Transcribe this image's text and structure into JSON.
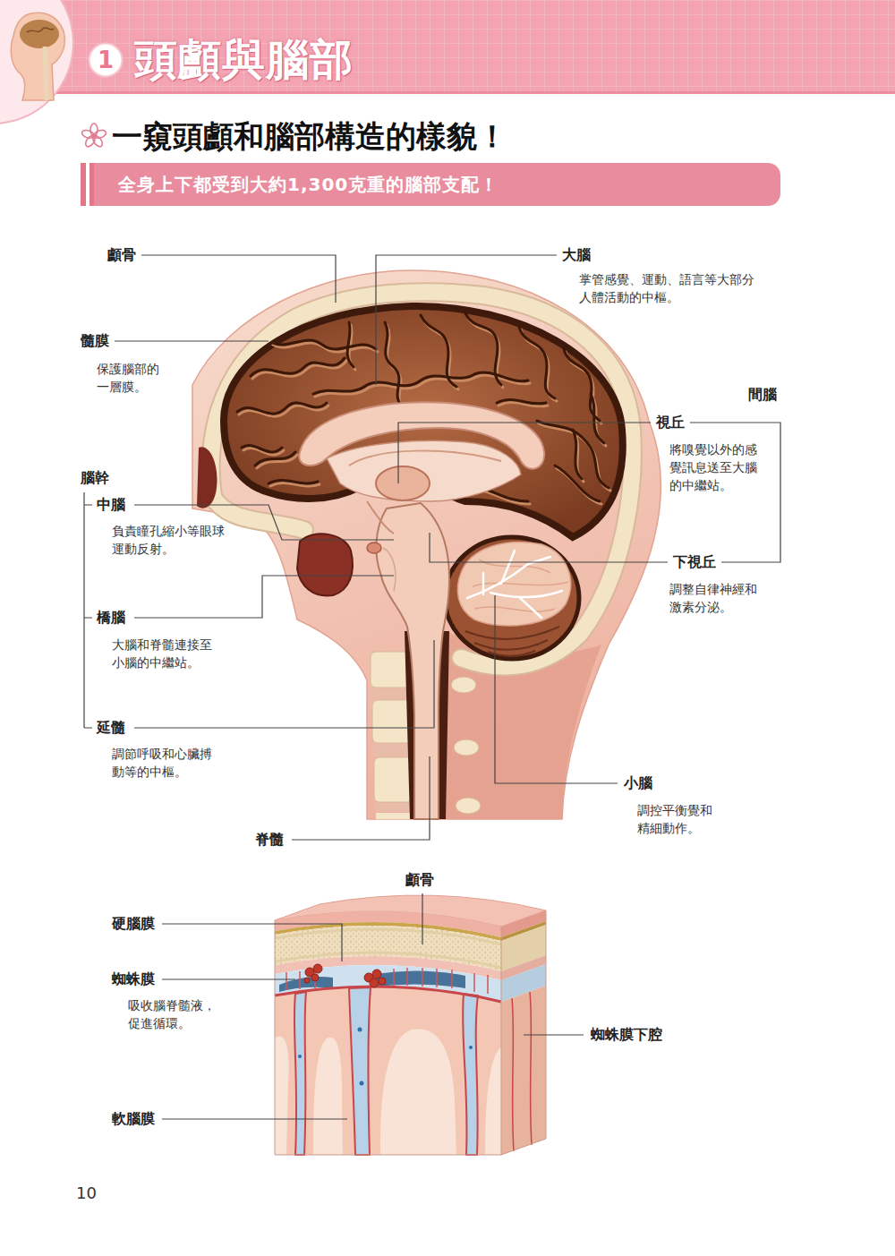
{
  "diagram": {
    "title": "頭顱與腦部",
    "nodes": [
      {
        "text": [
          "1"
        ]
      },
      {
        "text": [
          "全身上下都受到大約1,300克重的腦部支配！"
        ]
      }
    ],
    "labels": [
      "一窺頭顱和腦部構造的樣貌！",
      "顱骨",
      "大腦",
      "掌管感覺、運動、語言等大部分 人體活動的中樞。",
      "髓膜",
      "保護腦部的 一層膜。",
      "間腦",
      "視丘",
      "將嗅覺以外的感 覺訊息送至大腦 的中繼站。",
      "腦幹",
      "中腦",
      "負責瞳孔縮小等眼球 運動反射。",
      "下視丘",
      "調整自律神經和 激素分泌。",
      "橋腦",
      "大腦和脊髓連接至 小腦的中繼站。",
      "延髓",
      "調節呼吸和心臟搏 動等的中樞。",
      "小腦",
      "調控平衡覺和 精細動作。",
      "脊髓",
      "顱骨",
      "硬腦膜",
      "蜘蛛膜",
      "吸收腦脊髓液， 促進循環。",
      "蜘蛛膜下腔",
      "軟腦膜",
      "10"
    ]
  }
}
